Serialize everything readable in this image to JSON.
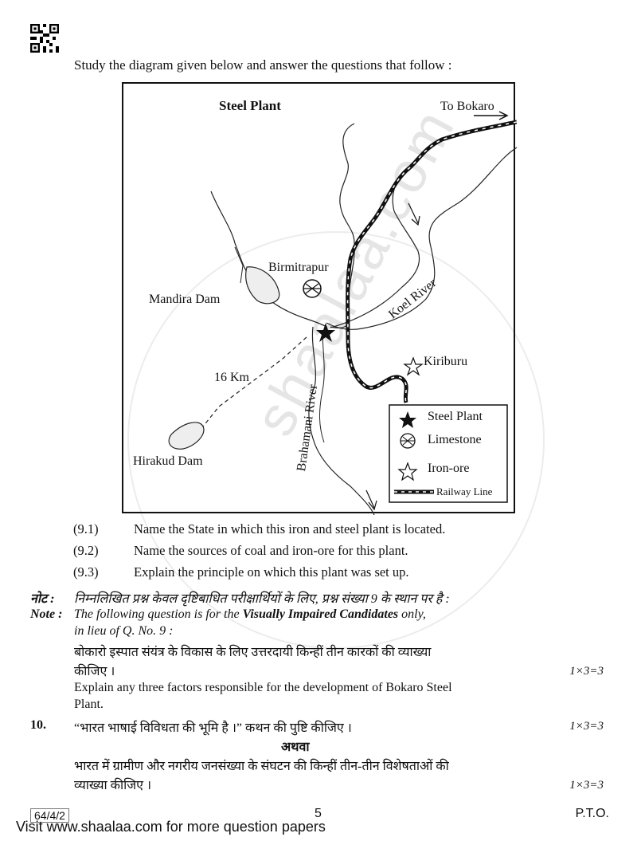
{
  "intro": "Study the diagram given below and answer the questions that follow :",
  "map": {
    "title": "Steel Plant",
    "to_bokaro": "To Bokaro",
    "labels": {
      "birmitrapur": "Birmitrapur",
      "mandira_dam": "Mandira Dam",
      "koel_river": "Koel River",
      "kiriburu": "Kiriburu",
      "distance": "16 Km",
      "brahamani_river": "Brahamani River",
      "hirakud_dam": "Hirakud Dam"
    },
    "legend": {
      "steel_plant": "Steel Plant",
      "limestone": "Limestone",
      "iron_ore": "Iron-ore",
      "railway": "Railway Line"
    }
  },
  "questions": [
    {
      "num": "(9.1)",
      "text": "Name the State in which this iron and steel plant is located."
    },
    {
      "num": "(9.2)",
      "text": "Name the sources of coal and iron-ore for this plant."
    },
    {
      "num": "(9.3)",
      "text": "Explain the principle on which this plant was set up."
    }
  ],
  "note_hindi": {
    "label": "नोट :",
    "text": "निम्नलिखित प्रश्न केवल दृष्टिबाधित परीक्षार्थियों के लिए, प्रश्न संख्या 9 के स्थान पर है :"
  },
  "note_english": {
    "label": "Note :",
    "text_prefix": "The following question is for the ",
    "text_bold": "Visually Impaired Candidates",
    "text_suffix": " only,",
    "line2": "in lieu of Q. No. 9 :"
  },
  "vi_question_hindi_1": "बोकारो इस्पात संयंत्र के विकास के लिए उत्तरदायी किन्हीं तीन कारकों की व्याख्या",
  "vi_question_hindi_2": "कीजिए ।",
  "vi_marks": "1×3=3",
  "vi_question_english_1": "Explain any three factors responsible for the development of Bokaro Steel",
  "vi_question_english_2": "Plant.",
  "q10": {
    "num": "10.",
    "text": "“भारत भाषाई विविधता की भूमि है ।” कथन की पुष्टि कीजिए ।",
    "marks": "1×3=3",
    "or": "अथवा",
    "alt_1": "भारत में ग्रामीण और नगरीय जनसंख्या के संघटन की किन्हीं तीन-तीन विशेषताओं की",
    "alt_2": "व्याख्या कीजिए ।",
    "alt_marks": "1×3=3"
  },
  "footer": {
    "code": "64/4/2",
    "page": "5",
    "pto": "P.T.O.",
    "visit": "Visit www.shaalaa.com for more question papers"
  },
  "watermark": "shaalaa.com"
}
